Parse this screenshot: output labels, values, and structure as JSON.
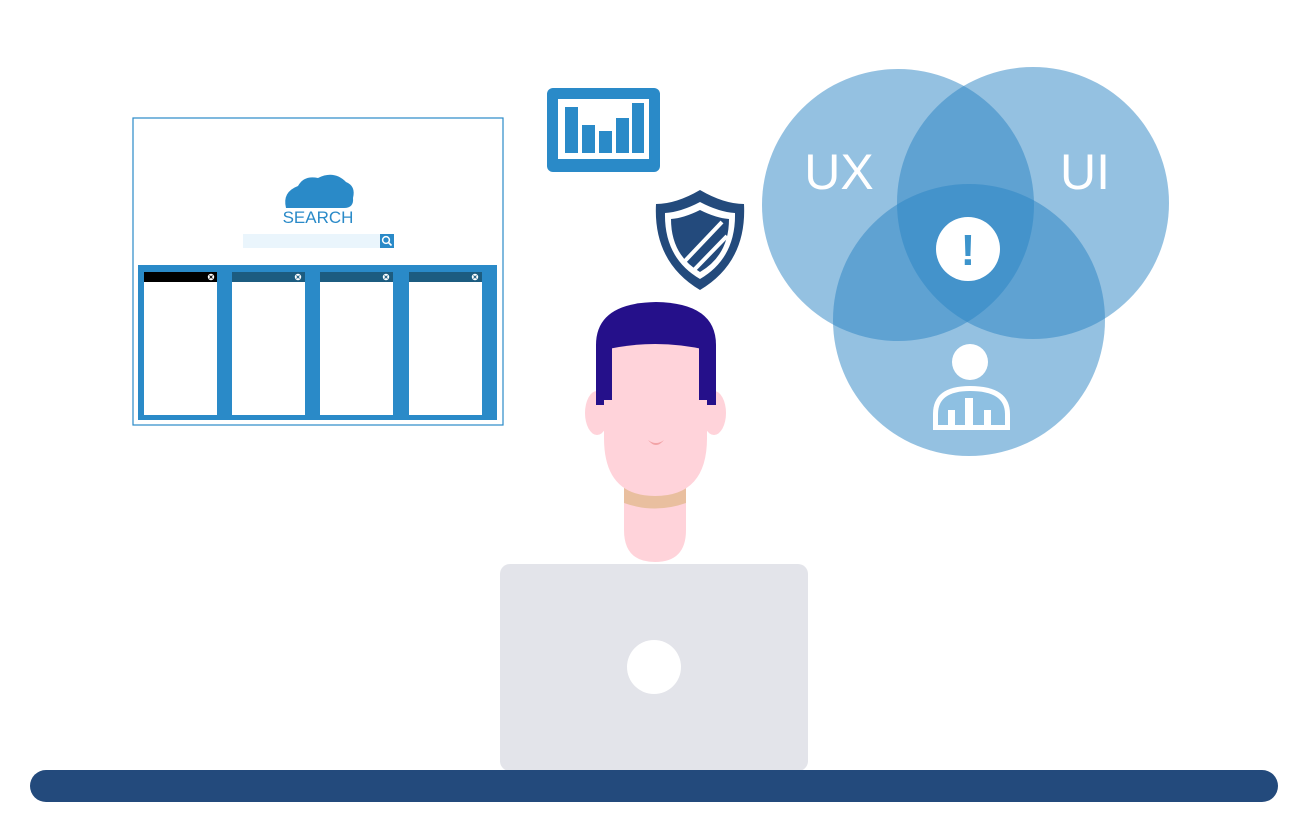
{
  "search_window": {
    "logo_text": "SEARCH",
    "search_placeholder": ""
  },
  "venn": {
    "left_label": "UX",
    "right_label": "UI",
    "center_symbol": "!"
  },
  "icons": {
    "chart": "bar-chart-icon",
    "shield": "shield-icon",
    "user": "user-icon",
    "search": "search-icon",
    "cloud": "cloud-icon",
    "close": "close-icon",
    "alert": "alert-icon"
  },
  "colors": {
    "brand_blue": "#2a8ac8",
    "dark_navy": "#234a7c",
    "venn_blue": "#5b9fcf",
    "hair_purple": "#25108a",
    "skin": "#ffd3da",
    "laptop": "#e3e4ea",
    "desk": "#234a7c"
  }
}
